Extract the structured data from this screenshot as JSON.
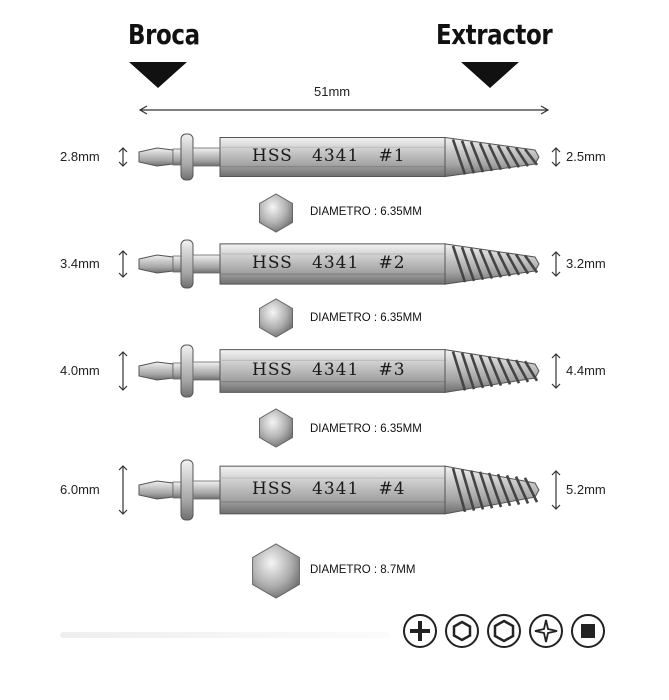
{
  "header": {
    "left_label": "Broca",
    "right_label": "Extractor"
  },
  "length": {
    "label": "51mm"
  },
  "bits": [
    {
      "text": "HSS   4341   #1",
      "left_size": "2.8mm",
      "right_size": "2.5mm",
      "diameter": "DIAMETRO : 6.35MM"
    },
    {
      "text": "HSS   4341   #2",
      "left_size": "3.4mm",
      "right_size": "3.2mm",
      "diameter": "DIAMETRO : 6.35MM"
    },
    {
      "text": "HSS   4341   #3",
      "left_size": "4.0mm",
      "right_size": "4.4mm",
      "diameter": "DIAMETRO : 6.35MM"
    },
    {
      "text": "HSS   4341   #4",
      "left_size": "6.0mm",
      "right_size": "5.2mm",
      "diameter": "DIAMETRO : 8.7MM"
    }
  ],
  "screw_icons": [
    "phillips-icon",
    "hex-socket-icon",
    "hex-round-icon",
    "torx-icon",
    "square-socket-icon"
  ],
  "colors": {
    "ink": "#111111",
    "steel_light": "#d9d9d9",
    "steel_dark": "#8a8a8a"
  }
}
